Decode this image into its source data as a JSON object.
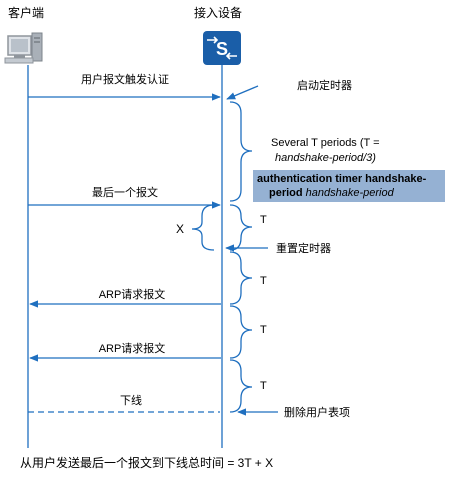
{
  "entities": {
    "client": "客户端",
    "device": "接入设备"
  },
  "messages": {
    "user_packet_triggers_auth": "用户报文触发认证",
    "last_packet": "最后一个报文",
    "arp_request_1": "ARP请求报文",
    "arp_request_2": "ARP请求报文",
    "offline": "下线"
  },
  "annotations": {
    "start_timer": "启动定时器",
    "several_t_line1": "Several T periods (T =",
    "several_t_line2": "handshake-period/3)",
    "auth_timer_line1": "authentication timer handshake-",
    "auth_timer_line2_bold": "period ",
    "auth_timer_line2_ital": "handshake-period",
    "x_label": "X",
    "reset_timer": "重置定时器",
    "t1": "T",
    "t2": "T",
    "t3": "T",
    "t4": "T",
    "delete_user_entry": "删除用户表项"
  },
  "footer": "从用户发送最后一个报文到下线总时间 = 3T + X",
  "colors": {
    "line_blue": "#1f6fbf",
    "switch_blue": "#1a5ea8",
    "code_box_fill": "#95b1d3",
    "pc_gray": "#8f959c"
  }
}
